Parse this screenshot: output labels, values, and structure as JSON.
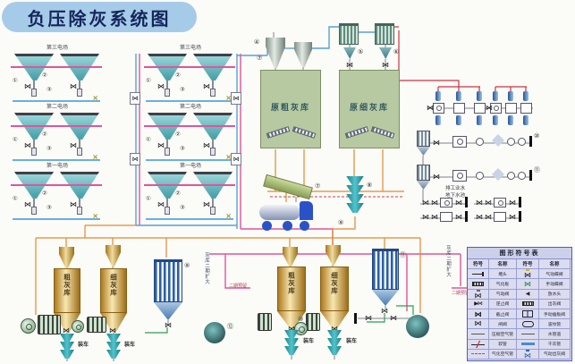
{
  "title": "负压除灰系统图",
  "esp": {
    "rows": [
      "第三电场",
      "第二电场",
      "第一电场"
    ]
  },
  "markers": {
    "m1": "①",
    "m2": "②",
    "m3": "③",
    "m4": "④",
    "m5": "⑤",
    "m6": "⑥",
    "m7": "⑦",
    "m8": "⑧",
    "m9": "⑨",
    "m10": "⑩",
    "m11": "⑪",
    "m12": "⑫"
  },
  "silos": {
    "raw_coarse": "原粗灰库",
    "raw_fine": "原细灰库"
  },
  "bottom_left": {
    "coarse": "粗灰库",
    "fine": "细灰库",
    "load": "装车",
    "annotation": "灰库二期扩大",
    "annotation_tag": "二期预留"
  },
  "bottom_mid": {
    "coarse": "粗灰库",
    "fine": "细灰库",
    "load": "装车",
    "annotation": "灰库二期扩大",
    "annotation_tag": "二期预留"
  },
  "right_section": {
    "water_line1": "排工业水",
    "water_line2": "地下水池"
  },
  "legend": {
    "title": "图形符号表",
    "headers": [
      "符号",
      "名称",
      "符号",
      "名称"
    ],
    "rows": [
      {
        "l": "堵头",
        "r": "气动蝶阀"
      },
      {
        "l": "气化板",
        "r": "手动蝶阀"
      },
      {
        "l": "气动阀",
        "r": "放水头"
      },
      {
        "l": "逆止阀",
        "r": "出灰阀"
      },
      {
        "l": "截止阀",
        "r": "手动插板阀"
      },
      {
        "l": "闸阀",
        "r": "波纹管"
      },
      {
        "l": "压缩空气管",
        "r": "水管道"
      },
      {
        "l": "软管",
        "r": "干灰管"
      },
      {
        "l": "气化空气管",
        "r": "气动出灰阀"
      }
    ]
  },
  "colors": {
    "banner_bg": "#a6cbe8",
    "banner_text": "#15265c",
    "pink": "#e0559a",
    "blue": "#5aa0d8",
    "red": "#cc3340",
    "orange": "#e08a30",
    "green": "#2f9e4f",
    "hopper_teal": "#63b7bc",
    "silo_green": "#b7c9a0",
    "silo_gold": "#d9a843",
    "bag_blue": "#2e5e9e",
    "spout_teal": "#1f9aa0"
  }
}
